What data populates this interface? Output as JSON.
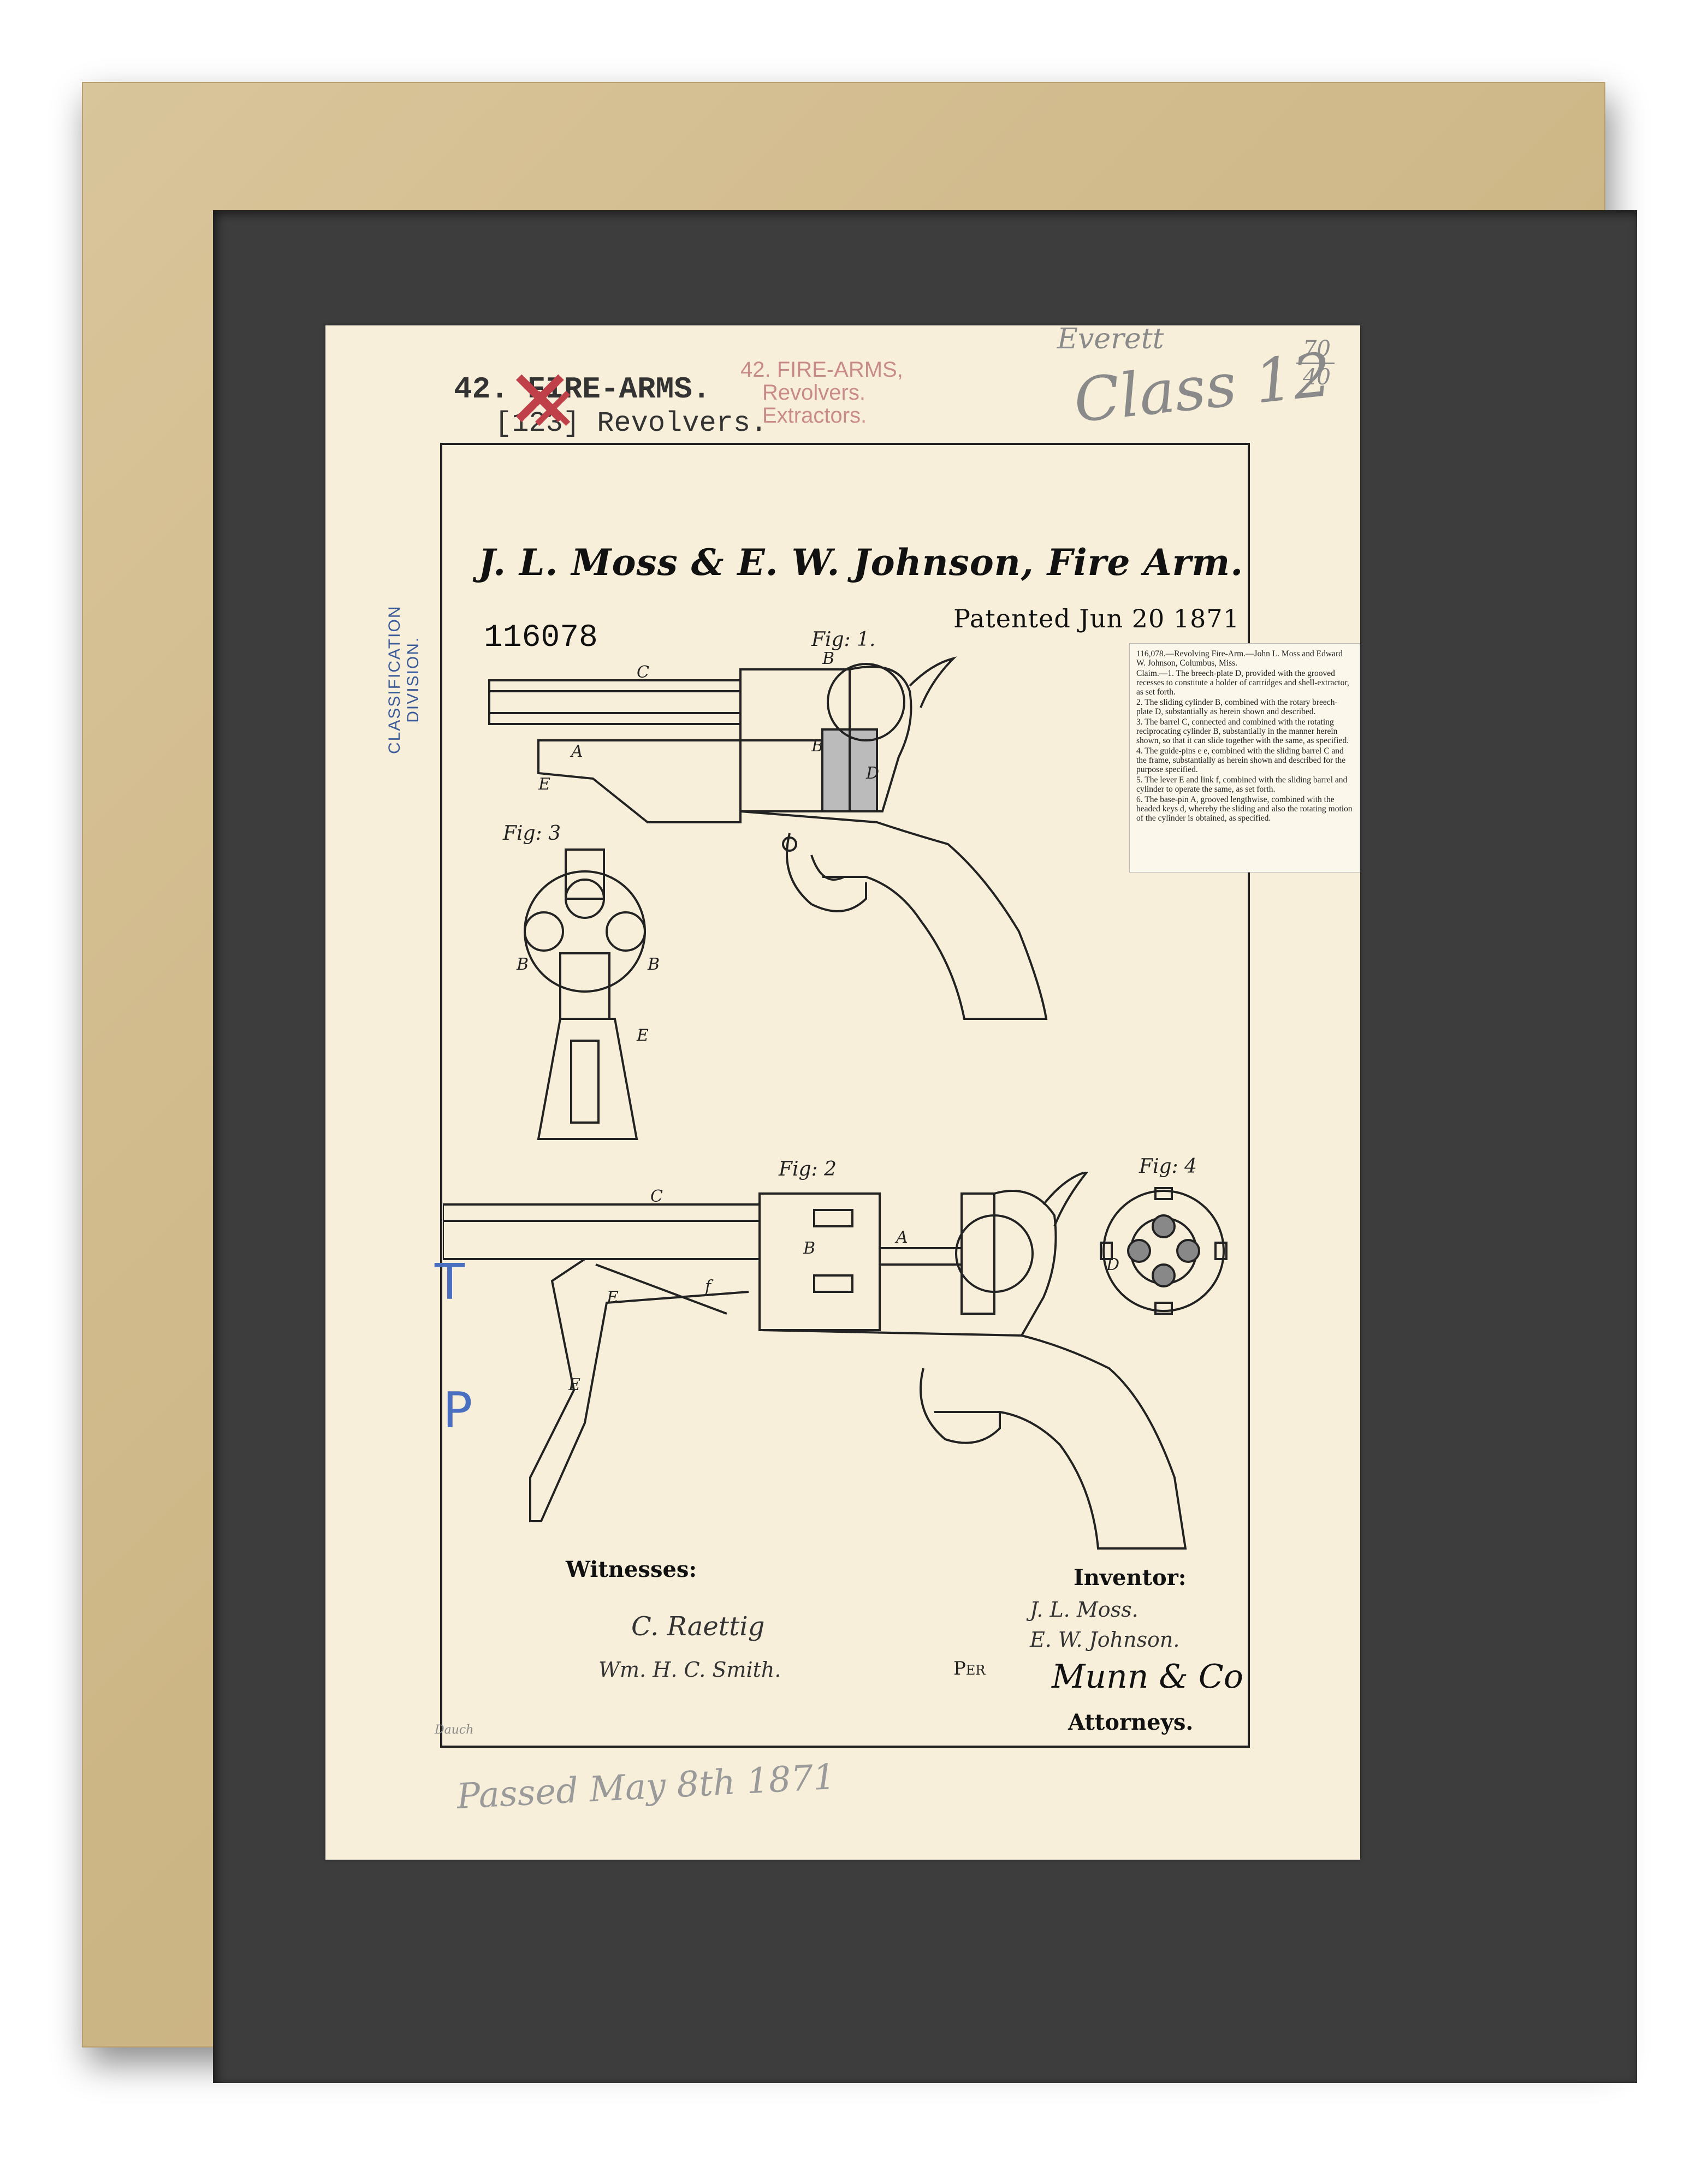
{
  "classification": {
    "struck_class": "42. FIRE-ARMS.",
    "struck_subclass": "[123] Revolvers.",
    "pink_stamp": [
      "42. FIRE-ARMS,",
      "Revolvers.",
      "Extractors."
    ],
    "division_stamp": [
      "CLASSIFICATION",
      "DIVISION."
    ]
  },
  "pencil_notes": {
    "examiner": "Everett",
    "class": "Class 12",
    "fraction_top": "70",
    "fraction_bottom": "40",
    "draftsman": "Dauch",
    "passed": "Passed May 8th 1871"
  },
  "patent": {
    "title": "J. L. Moss & E. W. Johnson, Fire Arm.",
    "number": "116078",
    "date": "Patented Jun 20 1871"
  },
  "figures": {
    "fig1": "Fig: 1.",
    "fig2": "Fig: 2",
    "fig3": "Fig: 3",
    "fig4": "Fig: 4"
  },
  "clipping": {
    "heading": "116,078.—Revolving Fire-Arm.—John L. Moss and Edward W. Johnson, Columbus, Miss.",
    "claims": [
      "Claim.—1. The breech-plate D, provided with the grooved recesses to constitute a holder of cartridges and shell-extractor, as set forth.",
      "2. The sliding cylinder B, combined with the rotary breech-plate D, substantially as herein shown and described.",
      "3. The barrel C, connected and combined with the rotating reciprocating cylinder B, substantially in the manner herein shown, so that it can slide together with the same, as specified.",
      "4. The guide-pins e e, combined with the sliding barrel C and the frame, substantially as herein shown and described for the purpose specified.",
      "5. The lever E and link f, combined with the sliding barrel and cylinder to operate the same, as set forth.",
      "6. The base-pin A, grooved lengthwise, combined with the headed keys d, whereby the sliding and also the rotating motion of the cylinder is obtained, as specified."
    ]
  },
  "signatures": {
    "witnesses_label": "Witnesses:",
    "witness1": "C. Raettig",
    "witness2": "Wm. H. C. Smith.",
    "inventor_label": "Inventor:",
    "inventor1": "J. L. Moss.",
    "inventor2": "E. W. Johnson.",
    "per": "Per",
    "attorney_sig": "Munn & Co",
    "attorneys_label": "Attorneys."
  },
  "blue_marks": [
    "T",
    "P"
  ],
  "colors": {
    "frame": "#cdb686",
    "mat": "#3d3d3d",
    "paper": "#f7efd9",
    "stamp_red": "#c0404a",
    "stamp_blue": "#3b5a9a"
  }
}
